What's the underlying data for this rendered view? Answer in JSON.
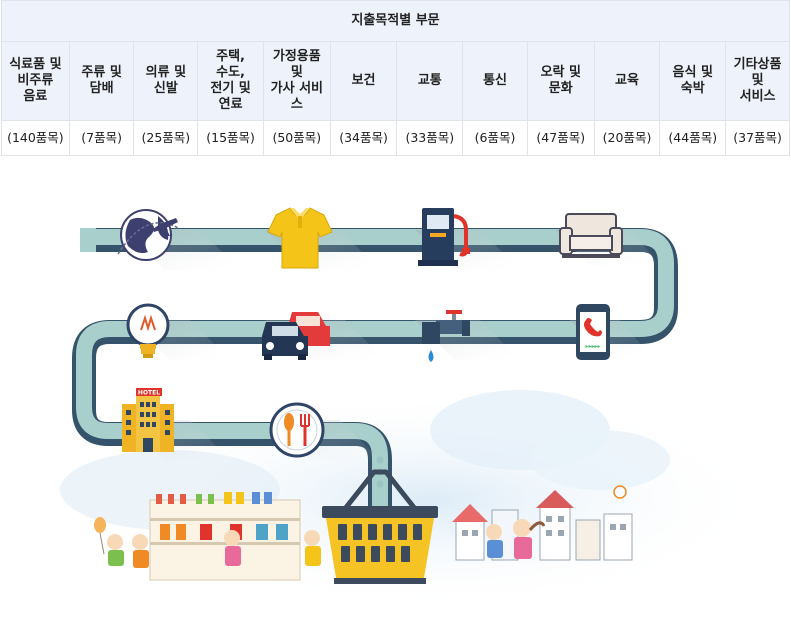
{
  "table": {
    "title": "지출목적별 부문",
    "categories": [
      {
        "name": "식료품 및\n비주류\n음료",
        "count": "(140품목)"
      },
      {
        "name": "주류 및\n담배",
        "count": "(7품목)"
      },
      {
        "name": "의류 및\n신발",
        "count": "(25품목)"
      },
      {
        "name": "주택,\n수도,\n전기 및\n연료",
        "count": "(15품목)"
      },
      {
        "name": "가정용품\n및\n가사 서비\n스",
        "count": "(50품목)"
      },
      {
        "name": "보건",
        "count": "(34품목)"
      },
      {
        "name": "교통",
        "count": "(33품목)"
      },
      {
        "name": "통신",
        "count": "(6품목)"
      },
      {
        "name": "오락 및\n문화",
        "count": "(47품목)"
      },
      {
        "name": "교육",
        "count": "(20품목)"
      },
      {
        "name": "음식 및\n숙박",
        "count": "(44품목)"
      },
      {
        "name": "기타상품\n및\n서비스",
        "count": "(37품목)"
      }
    ]
  },
  "illustration": {
    "hotel_sign": "HOTEL",
    "icons": [
      "globe-plane-icon",
      "shirt-icon",
      "fuel-pump-icon",
      "sofa-icon",
      "lightbulb-icon",
      "cars-icon",
      "faucet-icon",
      "smartphone-icon",
      "hotel-icon",
      "utensils-icon",
      "shopping-basket-icon"
    ],
    "colors": {
      "belt_light": "#b3d2d0",
      "belt_dark": "#3b5a6c",
      "basket": "#f6c324",
      "header_bg": "#eef3fb"
    }
  }
}
